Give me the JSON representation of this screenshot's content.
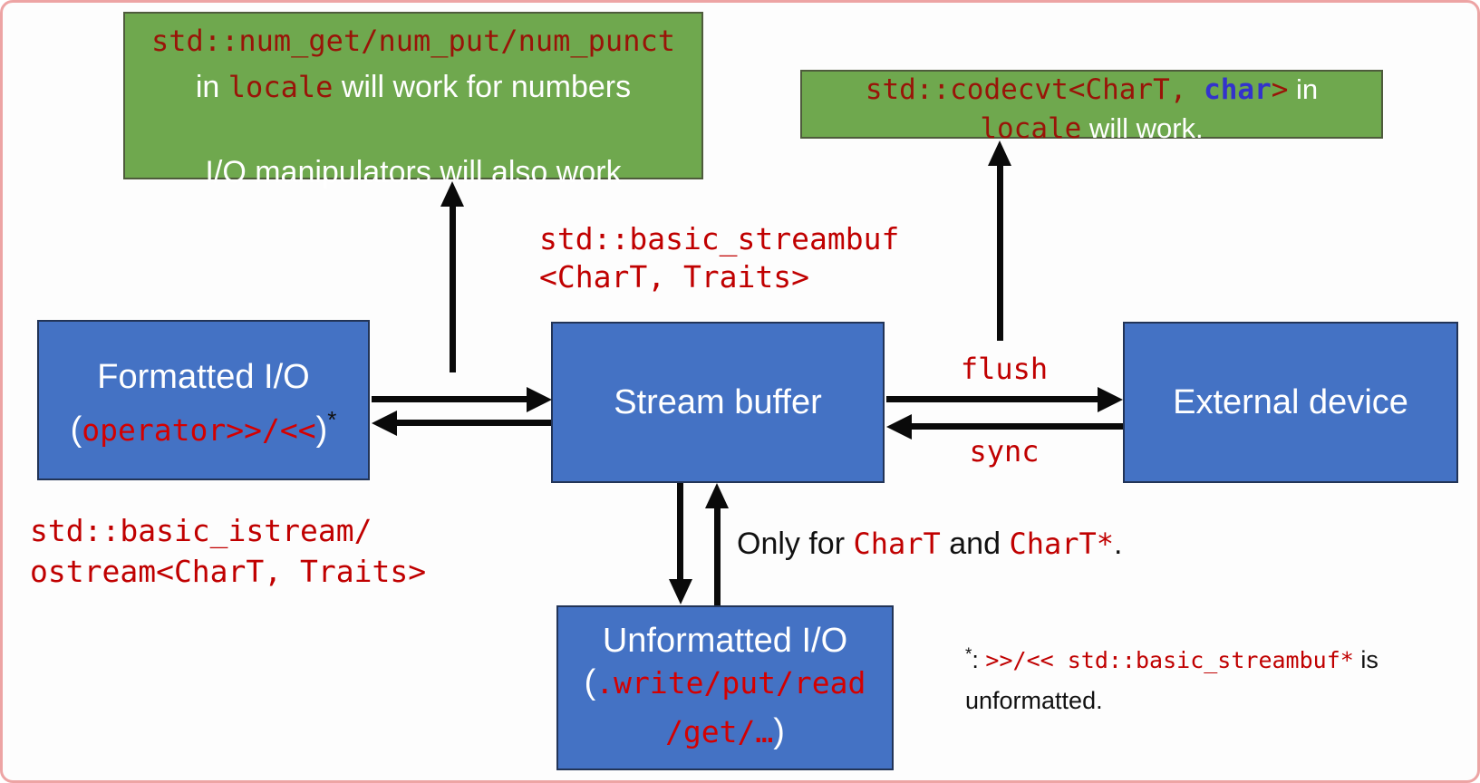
{
  "colors": {
    "green_box_fill": "#6fa84e",
    "green_box_border": "#4e5b3c",
    "blue_box_fill": "#4472c4",
    "blue_box_border": "#223457",
    "dark_red_code": "#991408",
    "bright_red_code": "#c00000",
    "char_blue": "#3333cc",
    "arrow_black": "#0a0a0a",
    "frame_pink": "#eda4a4"
  },
  "notes": {
    "num_locale": {
      "l1": "std::num_get/num_put/num_punct",
      "l2a": "in ",
      "l2b": "locale",
      "l2c": " will work for numbers",
      "l3": "I/O manipulators will also work"
    },
    "codecvt": {
      "l1a": "std::codecvt<CharT, ",
      "l1b": "char",
      "l1c": ">",
      "l1d": " in",
      "l2a": "locale",
      "l2b": " will work."
    },
    "only_for": {
      "a": "Only for ",
      "b": "CharT",
      "c": " and ",
      "d": "CharT*",
      "e": "."
    },
    "footnote": {
      "star": "*",
      "colon": ": ",
      "code": ">>/<< std::basic_streambuf*",
      "end": " is",
      "l2": "unformatted."
    }
  },
  "boxes": {
    "formatted": {
      "title": "Formatted I/O",
      "open": "(",
      "code": "operator>>/<<",
      "close": ")",
      "star": "*"
    },
    "stream_buffer": {
      "title": "Stream buffer"
    },
    "external_device": {
      "title": "External device"
    },
    "unformatted": {
      "title": "Unformatted I/O",
      "l2a": "(",
      "l2b": ".write/put/read",
      "l3a": "/get/…",
      "l3b": ")"
    }
  },
  "labels": {
    "streambuf": {
      "l1": "std::basic_streambuf",
      "l2": "<CharT, Traits>"
    },
    "istream": {
      "l1": "std::basic_istream/",
      "l2": "ostream<CharT, Traits>"
    },
    "flush": "flush",
    "sync": "sync"
  }
}
